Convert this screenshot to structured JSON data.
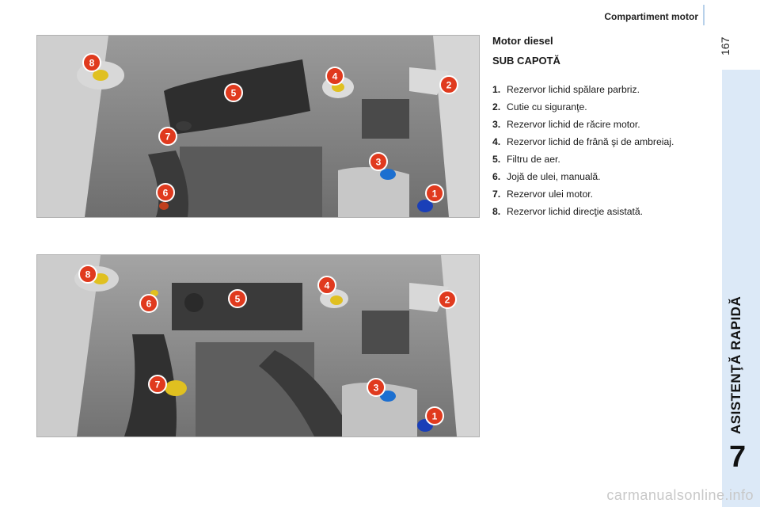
{
  "header": {
    "title": "Compartiment motor",
    "page_number": "167"
  },
  "sidebar": {
    "section_title": "ASISTENŢĂ RAPIDĂ",
    "chapter_number": "7"
  },
  "content": {
    "engine_title": "Motor diesel",
    "sub_title": "SUB CAPOTĂ",
    "legend": [
      {
        "num": "1.",
        "text": "Rezervor lichid spălare parbriz."
      },
      {
        "num": "2.",
        "text": "Cutie cu siguranţe."
      },
      {
        "num": "3.",
        "text": "Rezervor lichid de răcire motor."
      },
      {
        "num": "4.",
        "text": "Rezervor lichid de frână şi de ambreiaj."
      },
      {
        "num": "5.",
        "text": "Filtru de aer."
      },
      {
        "num": "6.",
        "text": "Jojă de ulei, manuală."
      },
      {
        "num": "7.",
        "text": "Rezervor ulei motor."
      },
      {
        "num": "8.",
        "text": "Rezervor lichid direcţie asistată."
      }
    ]
  },
  "photo1": {
    "markers": [
      {
        "label": "1",
        "color": "#e03a1e"
      },
      {
        "label": "2",
        "color": "#e03a1e"
      },
      {
        "label": "3",
        "color": "#e03a1e"
      },
      {
        "label": "4",
        "color": "#e03a1e"
      },
      {
        "label": "5",
        "color": "#e03a1e"
      },
      {
        "label": "6",
        "color": "#e03a1e"
      },
      {
        "label": "7",
        "color": "#e03a1e"
      },
      {
        "label": "8",
        "color": "#e03a1e"
      }
    ]
  },
  "photo2": {
    "markers": [
      {
        "label": "1",
        "color": "#e03a1e"
      },
      {
        "label": "2",
        "color": "#e03a1e"
      },
      {
        "label": "3",
        "color": "#e03a1e"
      },
      {
        "label": "4",
        "color": "#e03a1e"
      },
      {
        "label": "5",
        "color": "#e03a1e"
      },
      {
        "label": "6",
        "color": "#e03a1e"
      },
      {
        "label": "7",
        "color": "#e03a1e"
      },
      {
        "label": "8",
        "color": "#e03a1e"
      }
    ]
  },
  "watermark": "carmanualsonline.info"
}
